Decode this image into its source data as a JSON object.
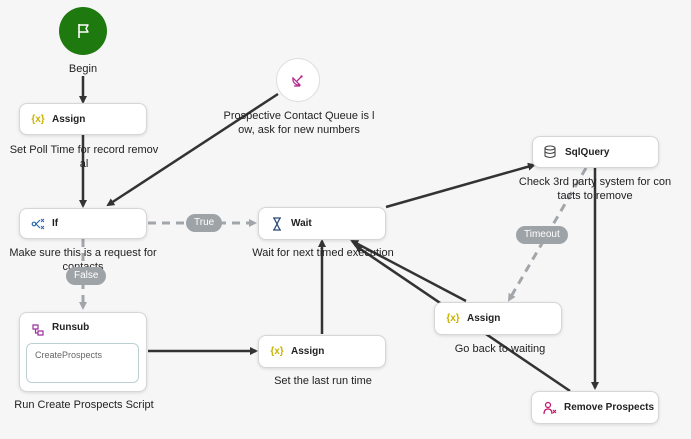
{
  "nodes": {
    "begin": {
      "label": "Begin"
    },
    "assign_poll": {
      "title": "Assign",
      "caption": "Set Poll Time for record remov al"
    },
    "queue_low": {
      "caption": "Prospective Contact Queue is l ow, ask for new numbers"
    },
    "if": {
      "title": "If",
      "caption": "Make sure this is a request for contacts"
    },
    "wait": {
      "title": "Wait",
      "caption": "Wait for next timed execution"
    },
    "sqlquery": {
      "title": "SqlQuery",
      "caption": "Check 3rd party system for con tacts to remove"
    },
    "runsub": {
      "title": "Runsub",
      "sub": "CreateProspects",
      "caption": "Run Create Prospects Script"
    },
    "assign_last": {
      "title": "Assign",
      "caption": "Set the last run time"
    },
    "assign_back": {
      "title": "Assign",
      "caption": "Go back to waiting"
    },
    "remove": {
      "title": "Remove Prospects"
    }
  },
  "edge_labels": {
    "true": "True",
    "false": "False",
    "timeout": "Timeout"
  },
  "colors": {
    "begin": "#1e7a0e",
    "assign_icon": "#c9b400",
    "runsub_icon": "#9b2ea0",
    "remove_icon": "#c0166b",
    "queue_icon": "#b12f95",
    "edge": "#333333",
    "dashed": "#a2a6aa"
  }
}
